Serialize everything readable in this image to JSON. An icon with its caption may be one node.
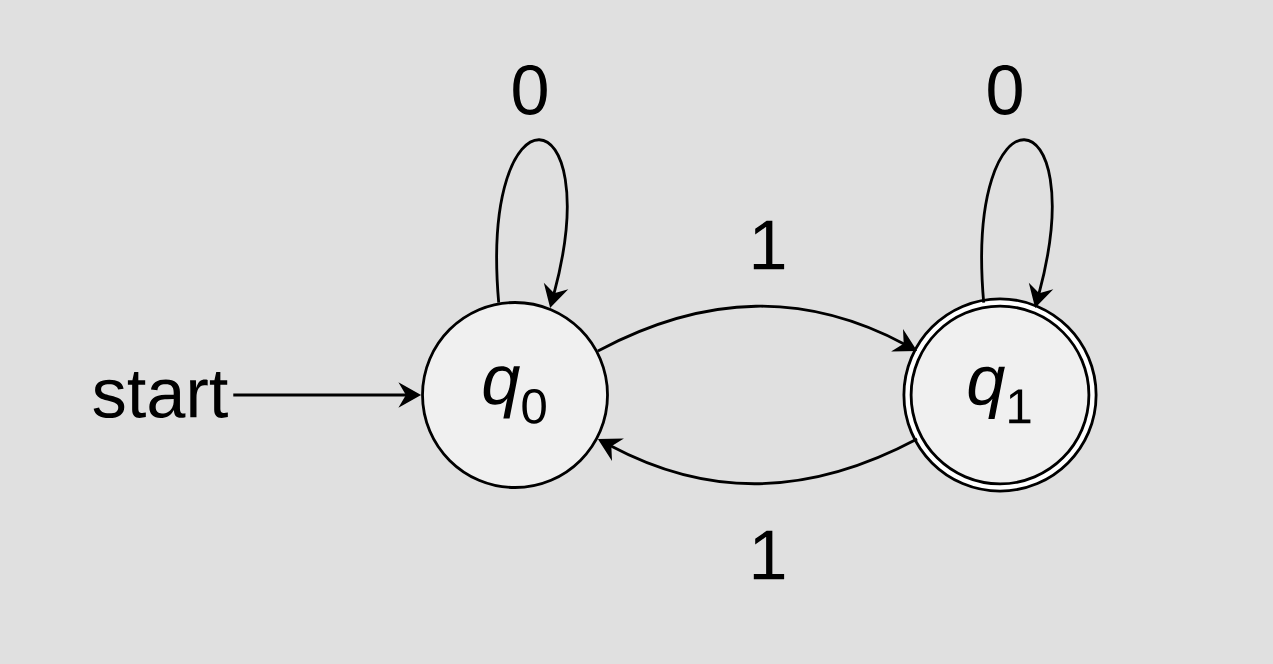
{
  "diagram": {
    "nodes": [
      {
        "text": [
          "start"
        ]
      },
      {
        "text": [
          "*q*$_{0}$"
        ]
      },
      {
        "text": [
          "*q*$_{1}$"
        ]
      }
    ],
    "edges": [
      {
        "from": 0,
        "to": 1,
        "arrow": "to"
      },
      {
        "from": 1,
        "to": 1,
        "arrow": "to",
        "label": "0"
      },
      {
        "from": 1,
        "to": 2,
        "arrow": "to",
        "label": "1"
      },
      {
        "from": 2,
        "to": 2,
        "arrow": "to",
        "label": "0"
      },
      {
        "from": 2,
        "to": 1,
        "arrow": "to",
        "label": "1"
      }
    ]
  }
}
